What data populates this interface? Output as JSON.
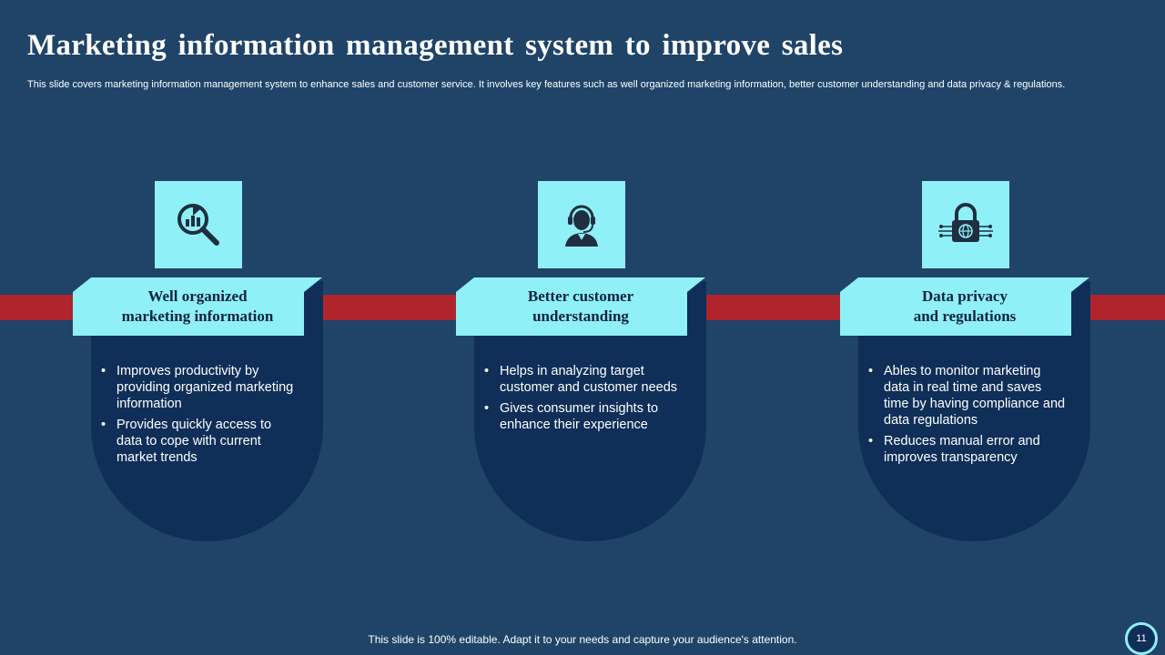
{
  "slide": {
    "title": "Marketing information management system to improve sales",
    "subtitle": "This slide covers marketing information management system to enhance sales and customer service. It involves key features such as well organized marketing information, better customer understanding and data privacy & regulations.",
    "footer_note": "This slide is 100% editable. Adapt it to your needs and capture your audience's attention.",
    "page_number": "11"
  },
  "colors": {
    "background": "#1f4468",
    "band": "#b0242b",
    "accent": "#8ff0f8",
    "card": "#0f2f58",
    "heading_text": "#0d2240"
  },
  "cards": [
    {
      "icon": "magnifier-chart-icon",
      "header_line1": "Well organized",
      "header_line2": "marketing information",
      "bullets": [
        "Improves productivity by providing organized marketing information",
        "Provides quickly access to data to cope with current market trends"
      ]
    },
    {
      "icon": "customer-support-icon",
      "header_line1": "Better customer",
      "header_line2": "understanding",
      "bullets": [
        "Helps in analyzing target customer and customer needs",
        "Gives consumer insights to enhance their experience"
      ]
    },
    {
      "icon": "data-lock-icon",
      "header_line1": "Data privacy",
      "header_line2": "and regulations",
      "bullets": [
        "Ables to monitor marketing data in real time and saves time by having compliance and data regulations",
        "Reduces manual error and improves transparency"
      ]
    }
  ]
}
